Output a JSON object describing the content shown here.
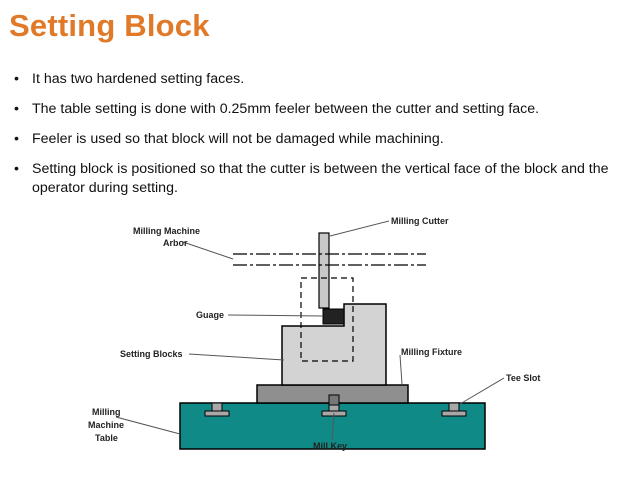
{
  "title": "Setting Block",
  "bullets": [
    "It has two hardened setting faces.",
    "The table setting is done with 0.25mm feeler between the cutter and setting face.",
    "Feeler is used so that block will not be damaged while machining.",
    "Setting block is positioned so that the cutter is between the vertical face of the block and the operator during setting."
  ],
  "diagram_labels": {
    "milling_cutter": "Milling Cutter",
    "arbor_line1": "Milling Machine",
    "arbor_line2": "Arbor",
    "guage": "Guage",
    "setting_blocks": "Setting Blocks",
    "milling_fixture": "Milling Fixture",
    "tee_slot": "Tee Slot",
    "table_line1": "Milling",
    "table_line2": "Machine",
    "table_line3": "Table",
    "mill_key": "Mill Key"
  },
  "colors": {
    "title": "#e07a28",
    "table": "#0f8a86",
    "block": "#d3d3d3",
    "fixture": "#8f8f8f",
    "tee_slot": "#a8a8a8",
    "gauge": "#222222"
  }
}
